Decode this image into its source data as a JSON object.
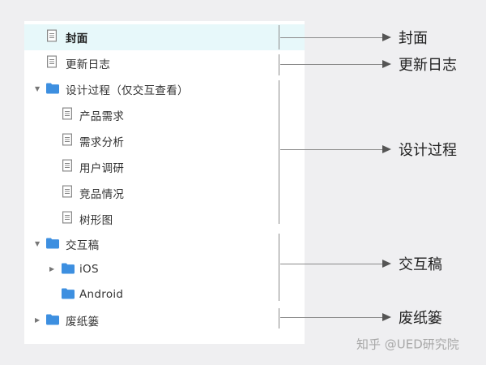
{
  "tree": {
    "items": [
      {
        "label": "封面",
        "icon": "page-icon",
        "selected": true
      },
      {
        "label": "更新日志",
        "icon": "page-icon"
      },
      {
        "label": "设计过程（仅交互查看）",
        "icon": "folder-icon",
        "expanded": true
      },
      {
        "label": "产品需求",
        "icon": "page-icon"
      },
      {
        "label": "需求分析",
        "icon": "page-icon"
      },
      {
        "label": "用户调研",
        "icon": "page-icon"
      },
      {
        "label": "竞品情况",
        "icon": "page-icon"
      },
      {
        "label": "树形图",
        "icon": "page-icon"
      },
      {
        "label": "交互稿",
        "icon": "folder-icon",
        "expanded": true
      },
      {
        "label": "iOS",
        "icon": "folder-icon",
        "expanded": false
      },
      {
        "label": "Android",
        "icon": "folder-icon"
      },
      {
        "label": "废纸篓",
        "icon": "folder-icon",
        "expanded": false
      }
    ]
  },
  "annotations": [
    "封面",
    "更新日志",
    "设计过程",
    "交互稿",
    "废纸篓"
  ],
  "watermark": "知乎 @UED研究院",
  "colors": {
    "folder": "#3d8fe0",
    "selected_row": "#e7f8fa",
    "bracket": "#8a8a8a",
    "arrow_head": "#555555",
    "page_icon": "#888888"
  }
}
